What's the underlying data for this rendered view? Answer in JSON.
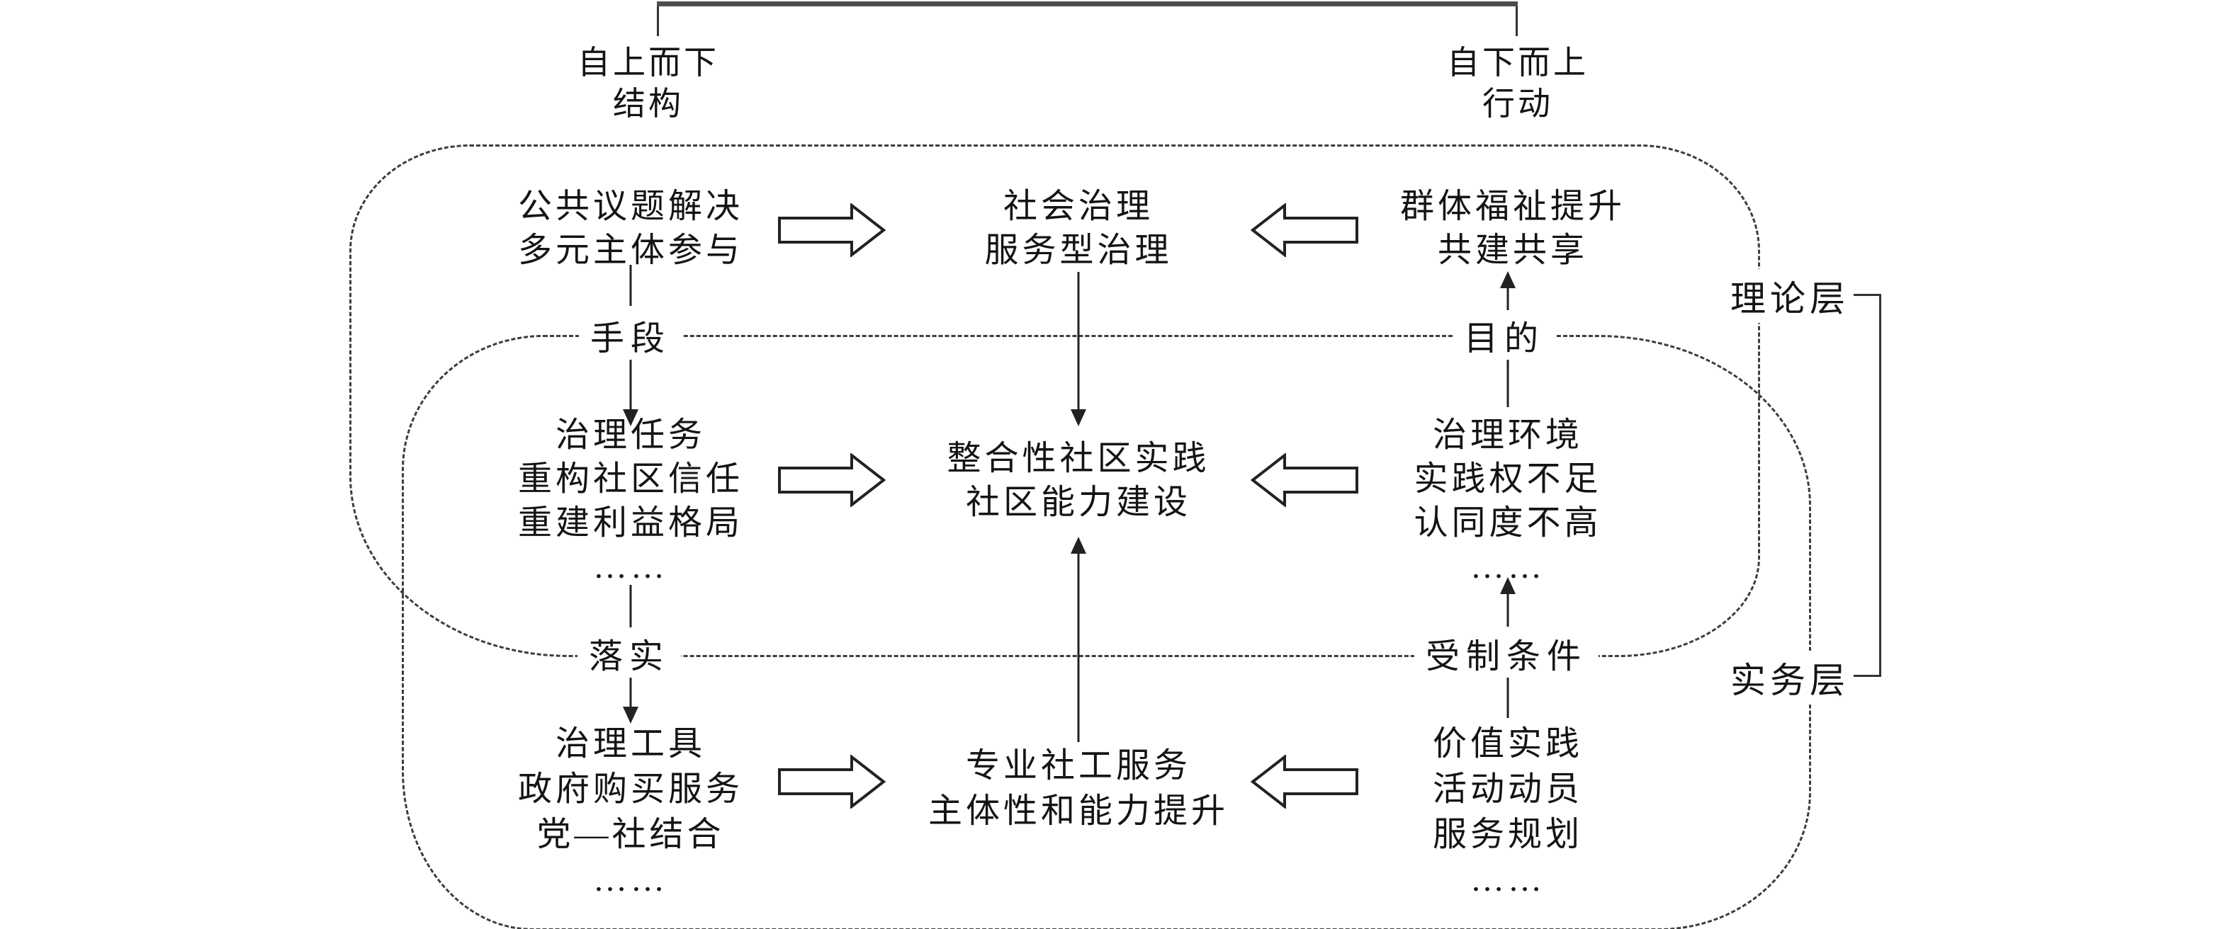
{
  "diagram": {
    "top_left_label": [
      "自上而下",
      "结构"
    ],
    "top_right_label": [
      "自下而上",
      "行动"
    ],
    "side_labels": {
      "theory": "理论层",
      "practice": "实务层"
    },
    "stage_labels": {
      "means": "手段",
      "purpose": "目的",
      "implement": "落实",
      "constraint": "受制条件"
    },
    "rows": {
      "r1_left": [
        "公共议题解决",
        "多元主体参与"
      ],
      "r1_center": [
        "社会治理",
        "服务型治理"
      ],
      "r1_right": [
        "群体福祉提升",
        "共建共享"
      ],
      "r2_left": [
        "治理任务",
        "重构社区信任",
        "重建利益格局",
        "……"
      ],
      "r2_center": [
        "整合性社区实践",
        "社区能力建设"
      ],
      "r2_right": [
        "治理环境",
        "实践权不足",
        "认同度不高",
        "……"
      ],
      "r3_left": [
        "治理工具",
        "政府购买服务",
        "党—社结合",
        "……"
      ],
      "r3_center": [
        "专业社工服务",
        "主体性和能力提升"
      ],
      "r3_right": [
        "价值实践",
        "活动动员",
        "服务规划",
        "……"
      ]
    },
    "line_color": "#222222",
    "dash_color": "#3d3d3d"
  }
}
